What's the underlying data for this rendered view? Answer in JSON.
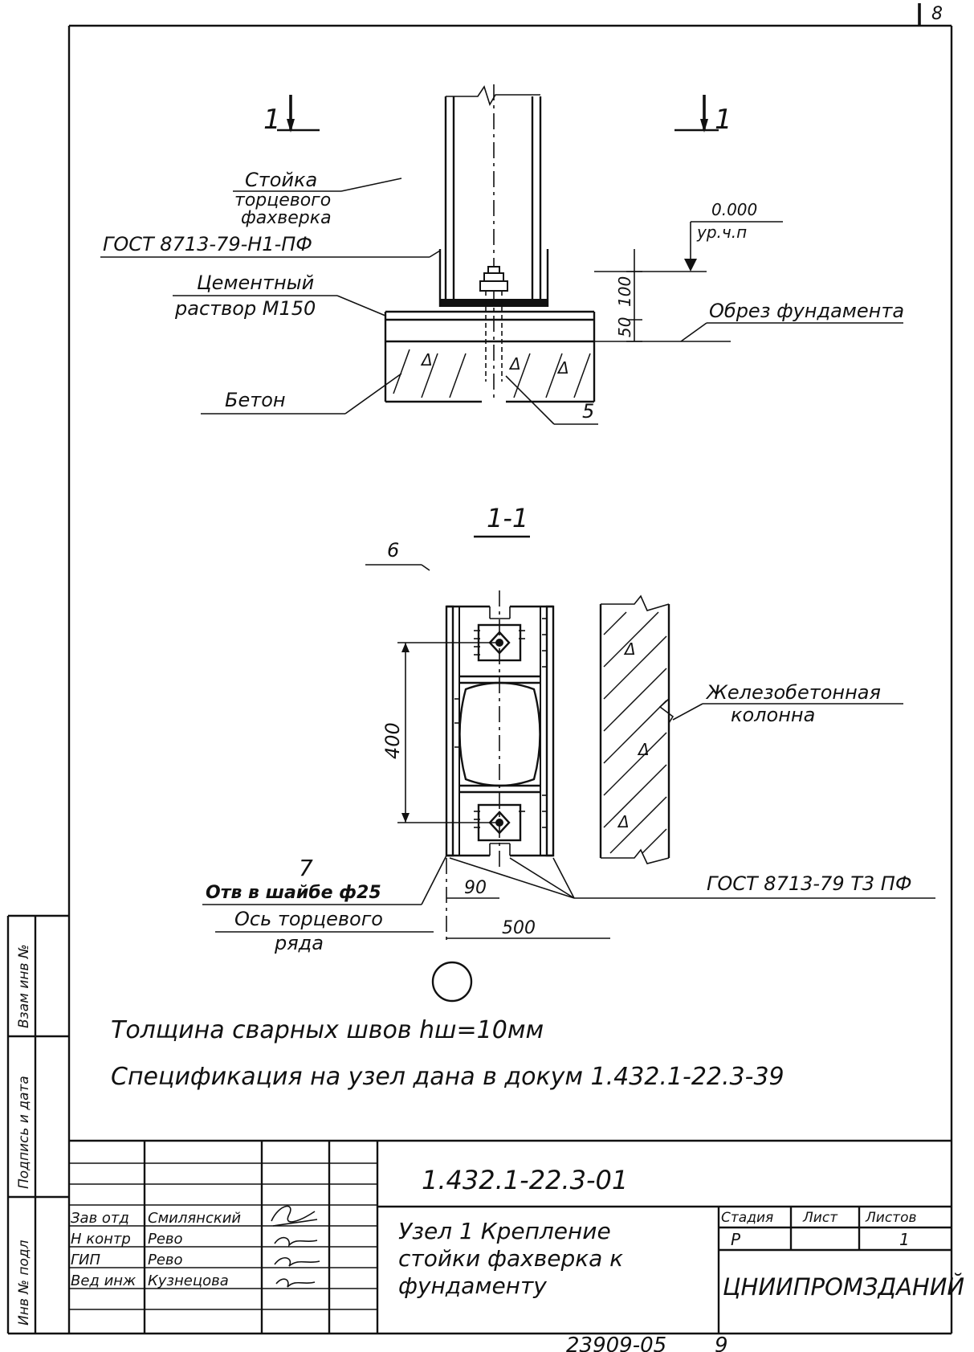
{
  "corner_mark": "8",
  "elevation": {
    "section_mark_left": "1",
    "section_mark_right": "1",
    "post_label": [
      "Стойка",
      "торцевого",
      "фахверка"
    ],
    "post_gost": "ГОСТ 8713-79-Н1-ПФ",
    "grout_label": [
      "Цементный",
      "раствор М150"
    ],
    "level_value": "0.000",
    "level_note": "ур.ч.п",
    "dim_100": "100",
    "dim_50": "50",
    "foundation_label": "Обрез фундамента",
    "concrete_label": "Бетон",
    "callout_5": "5"
  },
  "section": {
    "title": "1-1",
    "callout_6": "6",
    "callout_7": "7",
    "dim_400": "400",
    "column_label": [
      "Железобетонная",
      "колонна"
    ],
    "hole_label": "Отв в шайбе ф25",
    "dim_90": "90",
    "axis_label": [
      "Ось торцевого",
      "ряда"
    ],
    "dim_500": "500",
    "weld_gost": "ГОСТ 8713-79 Т3 ПФ"
  },
  "notes": [
    "Толщина сварных швов hш=10мм",
    "Спецификация на узел дана в докум 1.432.1-22.3-39"
  ],
  "side_stamp": [
    "Инв № подл",
    "Подпись и дата",
    "Взам инв №"
  ],
  "title_block": {
    "code": "1.432.1-22.3-01",
    "rows": [
      {
        "role": "Зав отд",
        "name": "Смилянский"
      },
      {
        "role": "Н контр",
        "name": "Рево"
      },
      {
        "role": "ГИП",
        "name": "Рево"
      },
      {
        "role": "Вед инж",
        "name": "Кузнецова"
      }
    ],
    "title_lines": [
      "Узел 1 Крепление",
      "стойки фахверка к",
      "фундаменту"
    ],
    "stage_header": "Стадия",
    "sheet_header": "Лист",
    "sheets_header": "Листов",
    "stage": "Р",
    "sheet": "",
    "sheets": "1",
    "organization": "ЦНИИПРОМЗДАНИЙ"
  },
  "footer_code": "23909-05",
  "footer_page": "9"
}
